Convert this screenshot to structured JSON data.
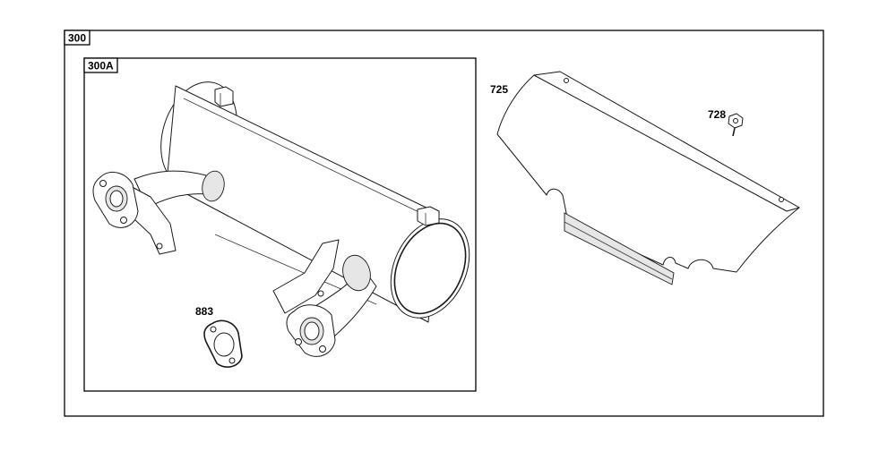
{
  "assembly": {
    "outer_label": "300",
    "inner_label": "300A"
  },
  "parts": [
    {
      "number": "725",
      "item": "heat-shield"
    },
    {
      "number": "728",
      "item": "screw"
    },
    {
      "number": "883",
      "item": "gasket"
    }
  ]
}
